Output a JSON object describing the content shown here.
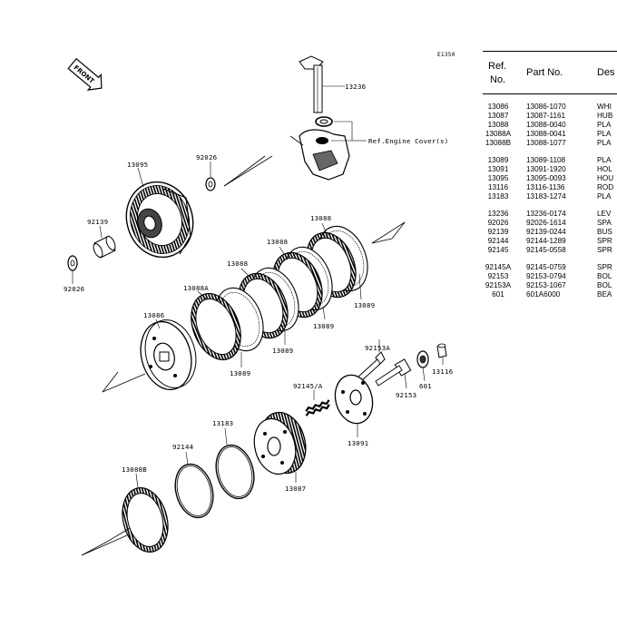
{
  "diagram": {
    "code": "E1350",
    "front_label": "FRONT",
    "ref_engine_cover": "Ref.Engine Cover(s)",
    "callouts": {
      "c13236": "13236",
      "c13095": "13095",
      "c92026_top": "92026",
      "c92139": "92139",
      "c92026_left": "92026",
      "c13088_a": "13088",
      "c13088_b": "13088",
      "c13088_c": "13088",
      "c13088A": "13088A",
      "c13086": "13086",
      "c13089_a": "13089",
      "c13089_b": "13089",
      "c13089_c": "13089",
      "c13089_d": "13089",
      "c92153A": "92153A",
      "c92145A": "92145/A",
      "c601": "601",
      "c13116": "13116",
      "c92153": "92153",
      "c13091": "13091",
      "c13183": "13183",
      "c92144": "92144",
      "c13087": "13087",
      "c13088B": "13088B"
    }
  },
  "table": {
    "headers": {
      "ref_line1": "Ref.",
      "ref_line2": "No.",
      "part": "Part No.",
      "desc": "Des"
    },
    "groups": [
      [
        {
          "ref": "13086",
          "part": "13086-1070",
          "desc": "WHI"
        },
        {
          "ref": "13087",
          "part": "13087-1161",
          "desc": "HUB"
        },
        {
          "ref": "13088",
          "part": "13088-0040",
          "desc": "PLA"
        },
        {
          "ref": "13088A",
          "part": "13088-0041",
          "desc": "PLA"
        },
        {
          "ref": "13088B",
          "part": "13088-1077",
          "desc": "PLA"
        }
      ],
      [
        {
          "ref": "13089",
          "part": "13089-1108",
          "desc": "PLA"
        },
        {
          "ref": "13091",
          "part": "13091-1920",
          "desc": "HOL"
        },
        {
          "ref": "13095",
          "part": "13095-0093",
          "desc": "HOU"
        },
        {
          "ref": "13116",
          "part": "13116-1136",
          "desc": "ROD"
        },
        {
          "ref": "13183",
          "part": "13183-1274",
          "desc": "PLA"
        }
      ],
      [
        {
          "ref": "13236",
          "part": "13236-0174",
          "desc": "LEV"
        },
        {
          "ref": "92026",
          "part": "92026-1614",
          "desc": "SPA"
        },
        {
          "ref": "92139",
          "part": "92139-0244",
          "desc": "BUS"
        },
        {
          "ref": "92144",
          "part": "92144-1289",
          "desc": "SPR"
        },
        {
          "ref": "92145",
          "part": "92145-0558",
          "desc": "SPR"
        }
      ],
      [
        {
          "ref": "92145A",
          "part": "92145-0759",
          "desc": "SPR"
        },
        {
          "ref": "92153",
          "part": "92153-0794",
          "desc": "BOL"
        },
        {
          "ref": "92153A",
          "part": "92153-1067",
          "desc": "BOL"
        },
        {
          "ref": "601",
          "part": "601A6000",
          "desc": "BEA"
        }
      ]
    ]
  }
}
